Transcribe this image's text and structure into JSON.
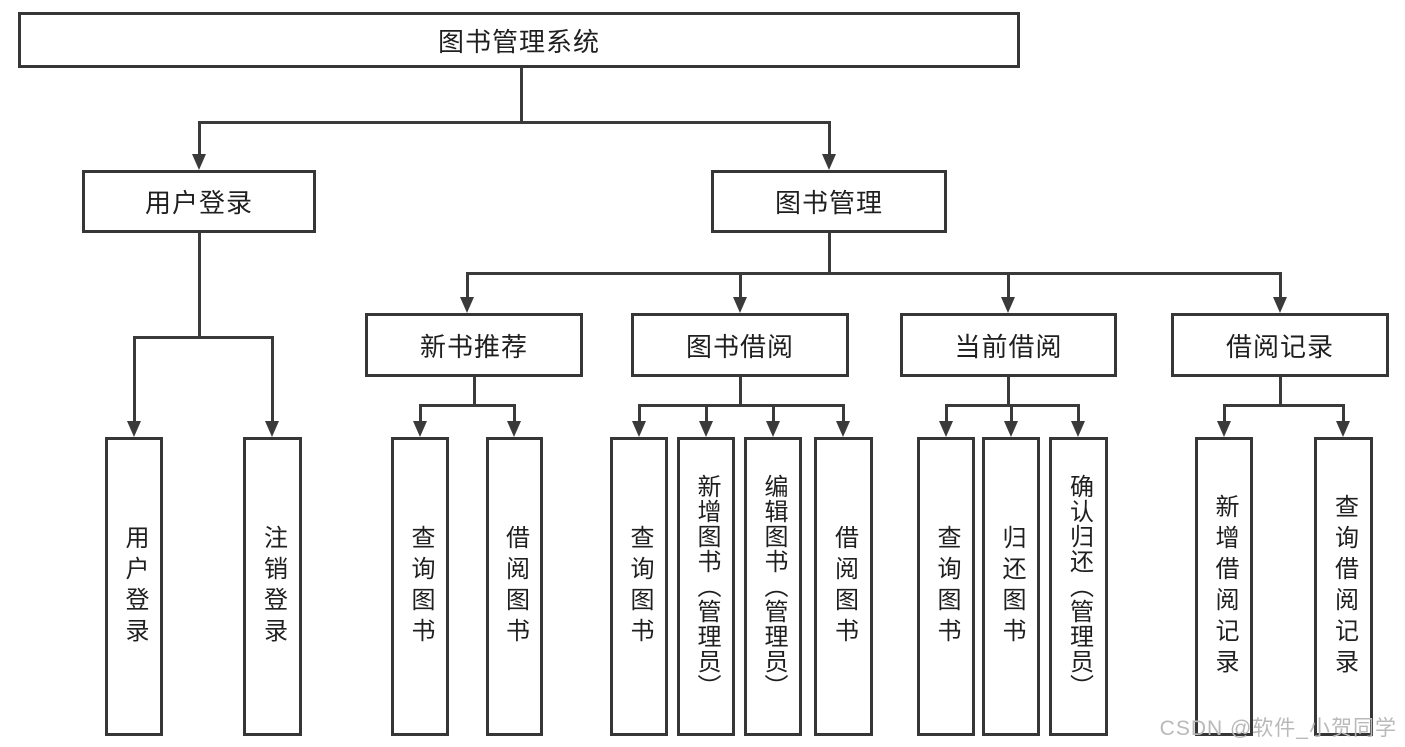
{
  "title": {
    "label": "图书管理系统"
  },
  "level1": [
    {
      "label": "用户登录"
    },
    {
      "label": "图书管理"
    }
  ],
  "level2": [
    {
      "label": "新书推荐"
    },
    {
      "label": "图书借阅"
    },
    {
      "label": "当前借阅"
    },
    {
      "label": "借阅记录"
    }
  ],
  "leaves": [
    {
      "label": "用户登录"
    },
    {
      "label": "注销登录"
    },
    {
      "label": "查询图书"
    },
    {
      "label": "借阅图书"
    },
    {
      "label": "查询图书"
    },
    {
      "label": "新增图书（管理员）"
    },
    {
      "label": "编辑图书（管理员）"
    },
    {
      "label": "借阅图书"
    },
    {
      "label": "查询图书"
    },
    {
      "label": "归还图书"
    },
    {
      "label": "确认归还（管理员）"
    },
    {
      "label": "新增借阅记录"
    },
    {
      "label": "查询借阅记录"
    }
  ],
  "watermark": {
    "text": "CSDN @软件_小贺同学"
  },
  "colors": {
    "line": "#3a3a3a",
    "border": "#363636",
    "text": "#1f1f1f",
    "watermark_text": "#b9b9b9",
    "background": "#ffffff"
  }
}
